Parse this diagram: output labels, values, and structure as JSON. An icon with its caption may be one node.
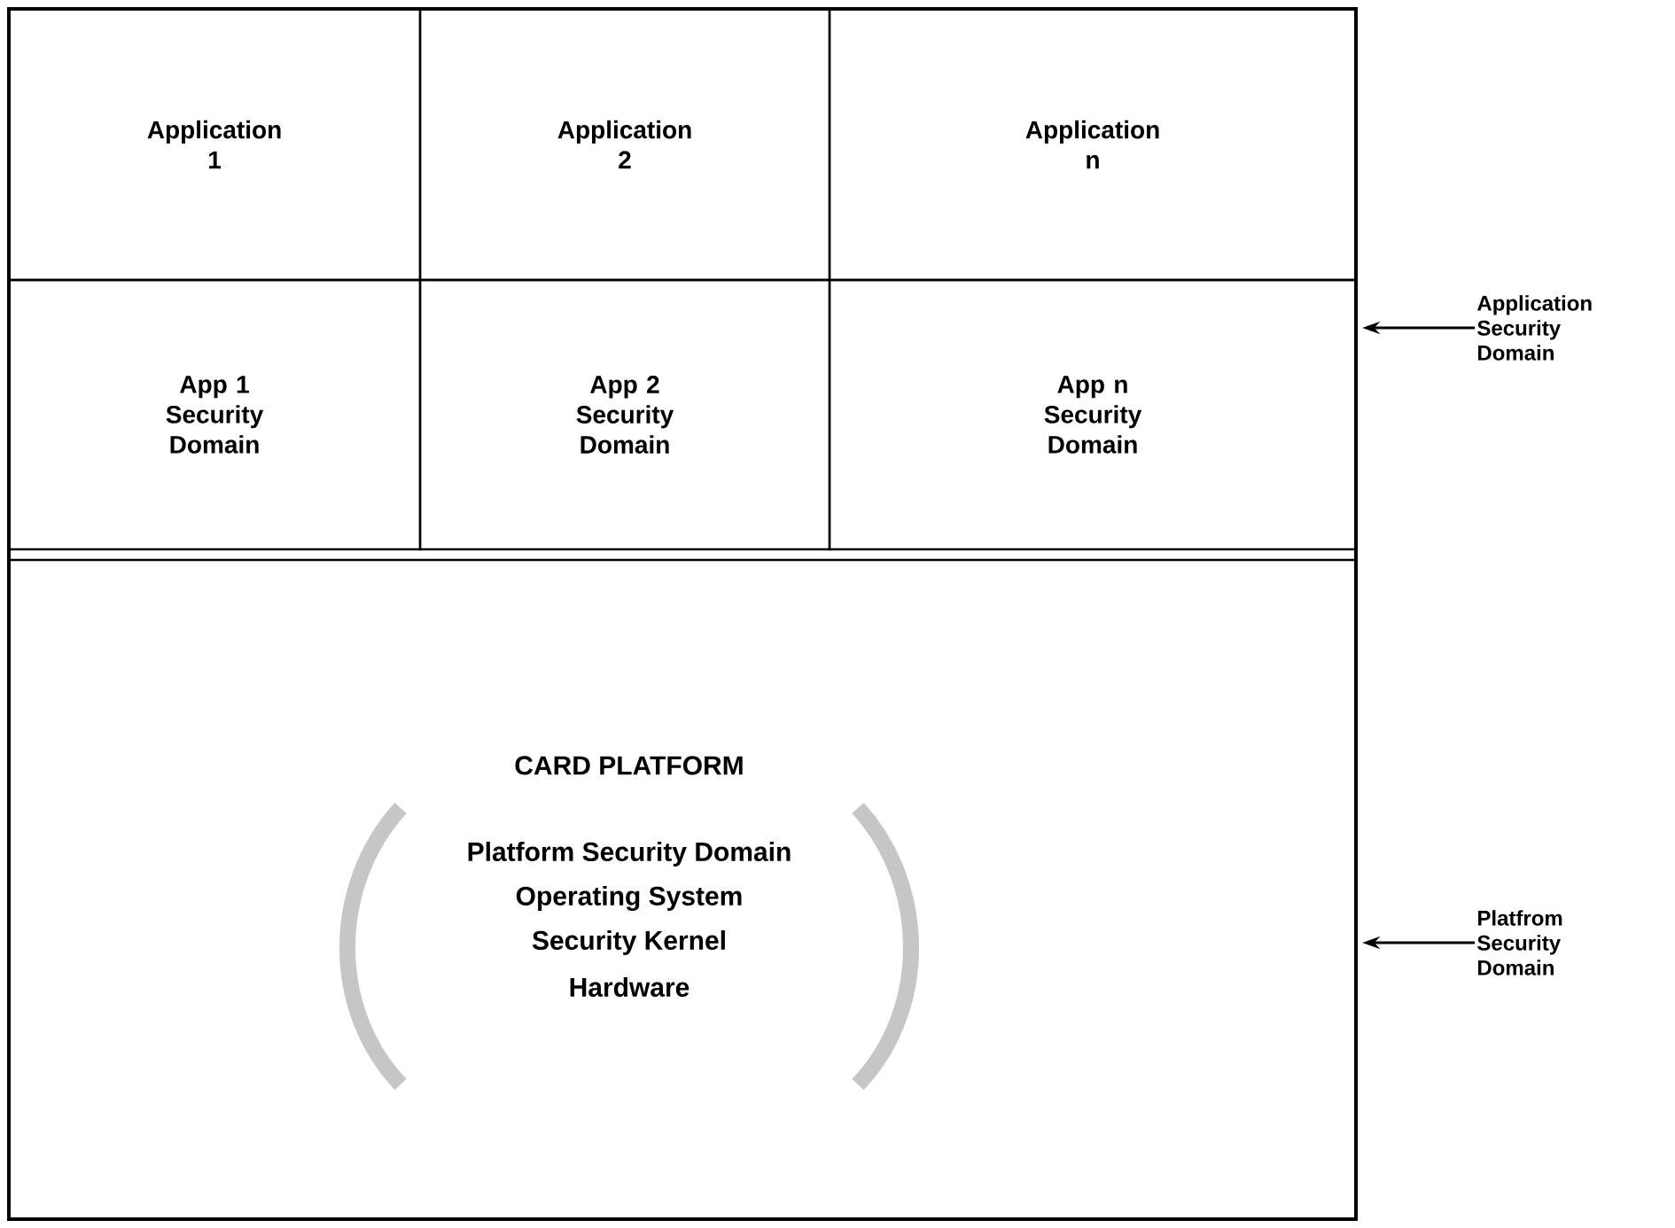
{
  "diagram": {
    "nodes": [
      {
        "text": [
          "Application 1"
        ]
      },
      {
        "text": [
          "Application 2"
        ]
      },
      {
        "text": [
          "Application n"
        ]
      },
      {
        "text": [
          "App 1 Security Domain"
        ]
      },
      {
        "text": [
          "App 2 Security Domain"
        ]
      },
      {
        "text": [
          "App n Security Domain"
        ]
      },
      {
        "text": [
          "CARD PLATFORM",
          "Platform Security Domain",
          "Operating System",
          "Security Kernel",
          "Hardware"
        ]
      },
      {
        "text": [
          "Application Security Domain"
        ]
      },
      {
        "text": [
          "Platfrom Security Domain"
        ]
      }
    ],
    "edges": [
      {
        "from": 7,
        "to": 5,
        "arrow": "to"
      },
      {
        "from": 8,
        "to": 6,
        "arrow": "to"
      }
    ]
  }
}
